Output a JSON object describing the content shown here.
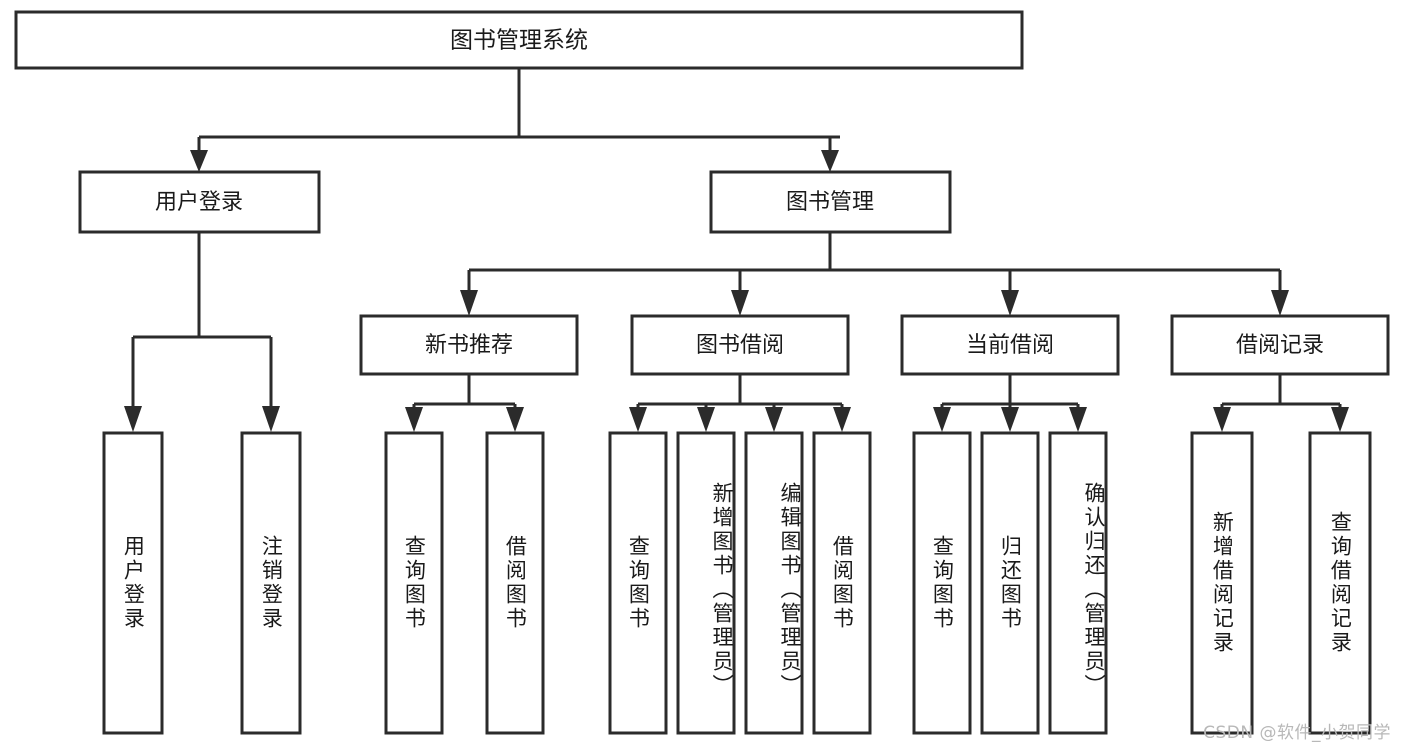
{
  "diagram": {
    "type": "tree",
    "title": "图书管理系统",
    "background_color": "#ffffff",
    "line_color": "#2b2b2b",
    "text_color": "#1a1a1a",
    "root": {
      "id": "root",
      "label": "图书管理系统"
    },
    "level2": [
      {
        "id": "user-login",
        "label": "用户登录"
      },
      {
        "id": "book-manage",
        "label": "图书管理"
      }
    ],
    "level3": [
      {
        "id": "new-book-recommend",
        "label": "新书推荐",
        "parent": "book-manage"
      },
      {
        "id": "book-borrow",
        "label": "图书借阅",
        "parent": "book-manage"
      },
      {
        "id": "current-borrow",
        "label": "当前借阅",
        "parent": "book-manage"
      },
      {
        "id": "borrow-record",
        "label": "借阅记录",
        "parent": "book-manage"
      }
    ],
    "leaves": [
      {
        "id": "leaf-user-login",
        "label": "用户登录",
        "parent": "user-login"
      },
      {
        "id": "leaf-user-logout",
        "label": "注销登录",
        "parent": "user-login"
      },
      {
        "id": "leaf-query-book-1",
        "label": "查询图书",
        "parent": "new-book-recommend"
      },
      {
        "id": "leaf-borrow-book-1",
        "label": "借阅图书",
        "parent": "new-book-recommend"
      },
      {
        "id": "leaf-query-book-2",
        "label": "查询图书",
        "parent": "book-borrow"
      },
      {
        "id": "leaf-add-book",
        "label": "新增图书（管理员）",
        "parent": "book-borrow"
      },
      {
        "id": "leaf-edit-book",
        "label": "编辑图书（管理员）",
        "parent": "book-borrow"
      },
      {
        "id": "leaf-borrow-book-2",
        "label": "借阅图书",
        "parent": "book-borrow"
      },
      {
        "id": "leaf-query-book-3",
        "label": "查询图书",
        "parent": "current-borrow"
      },
      {
        "id": "leaf-return-book",
        "label": "归还图书",
        "parent": "current-borrow"
      },
      {
        "id": "leaf-confirm-return",
        "label": "确认归还（管理员）",
        "parent": "current-borrow"
      },
      {
        "id": "leaf-add-record",
        "label": "新增借阅记录",
        "parent": "borrow-record"
      },
      {
        "id": "leaf-query-record",
        "label": "查询借阅记录",
        "parent": "borrow-record"
      }
    ]
  },
  "watermark": {
    "text": "CSDN @软件_小贺同学"
  }
}
